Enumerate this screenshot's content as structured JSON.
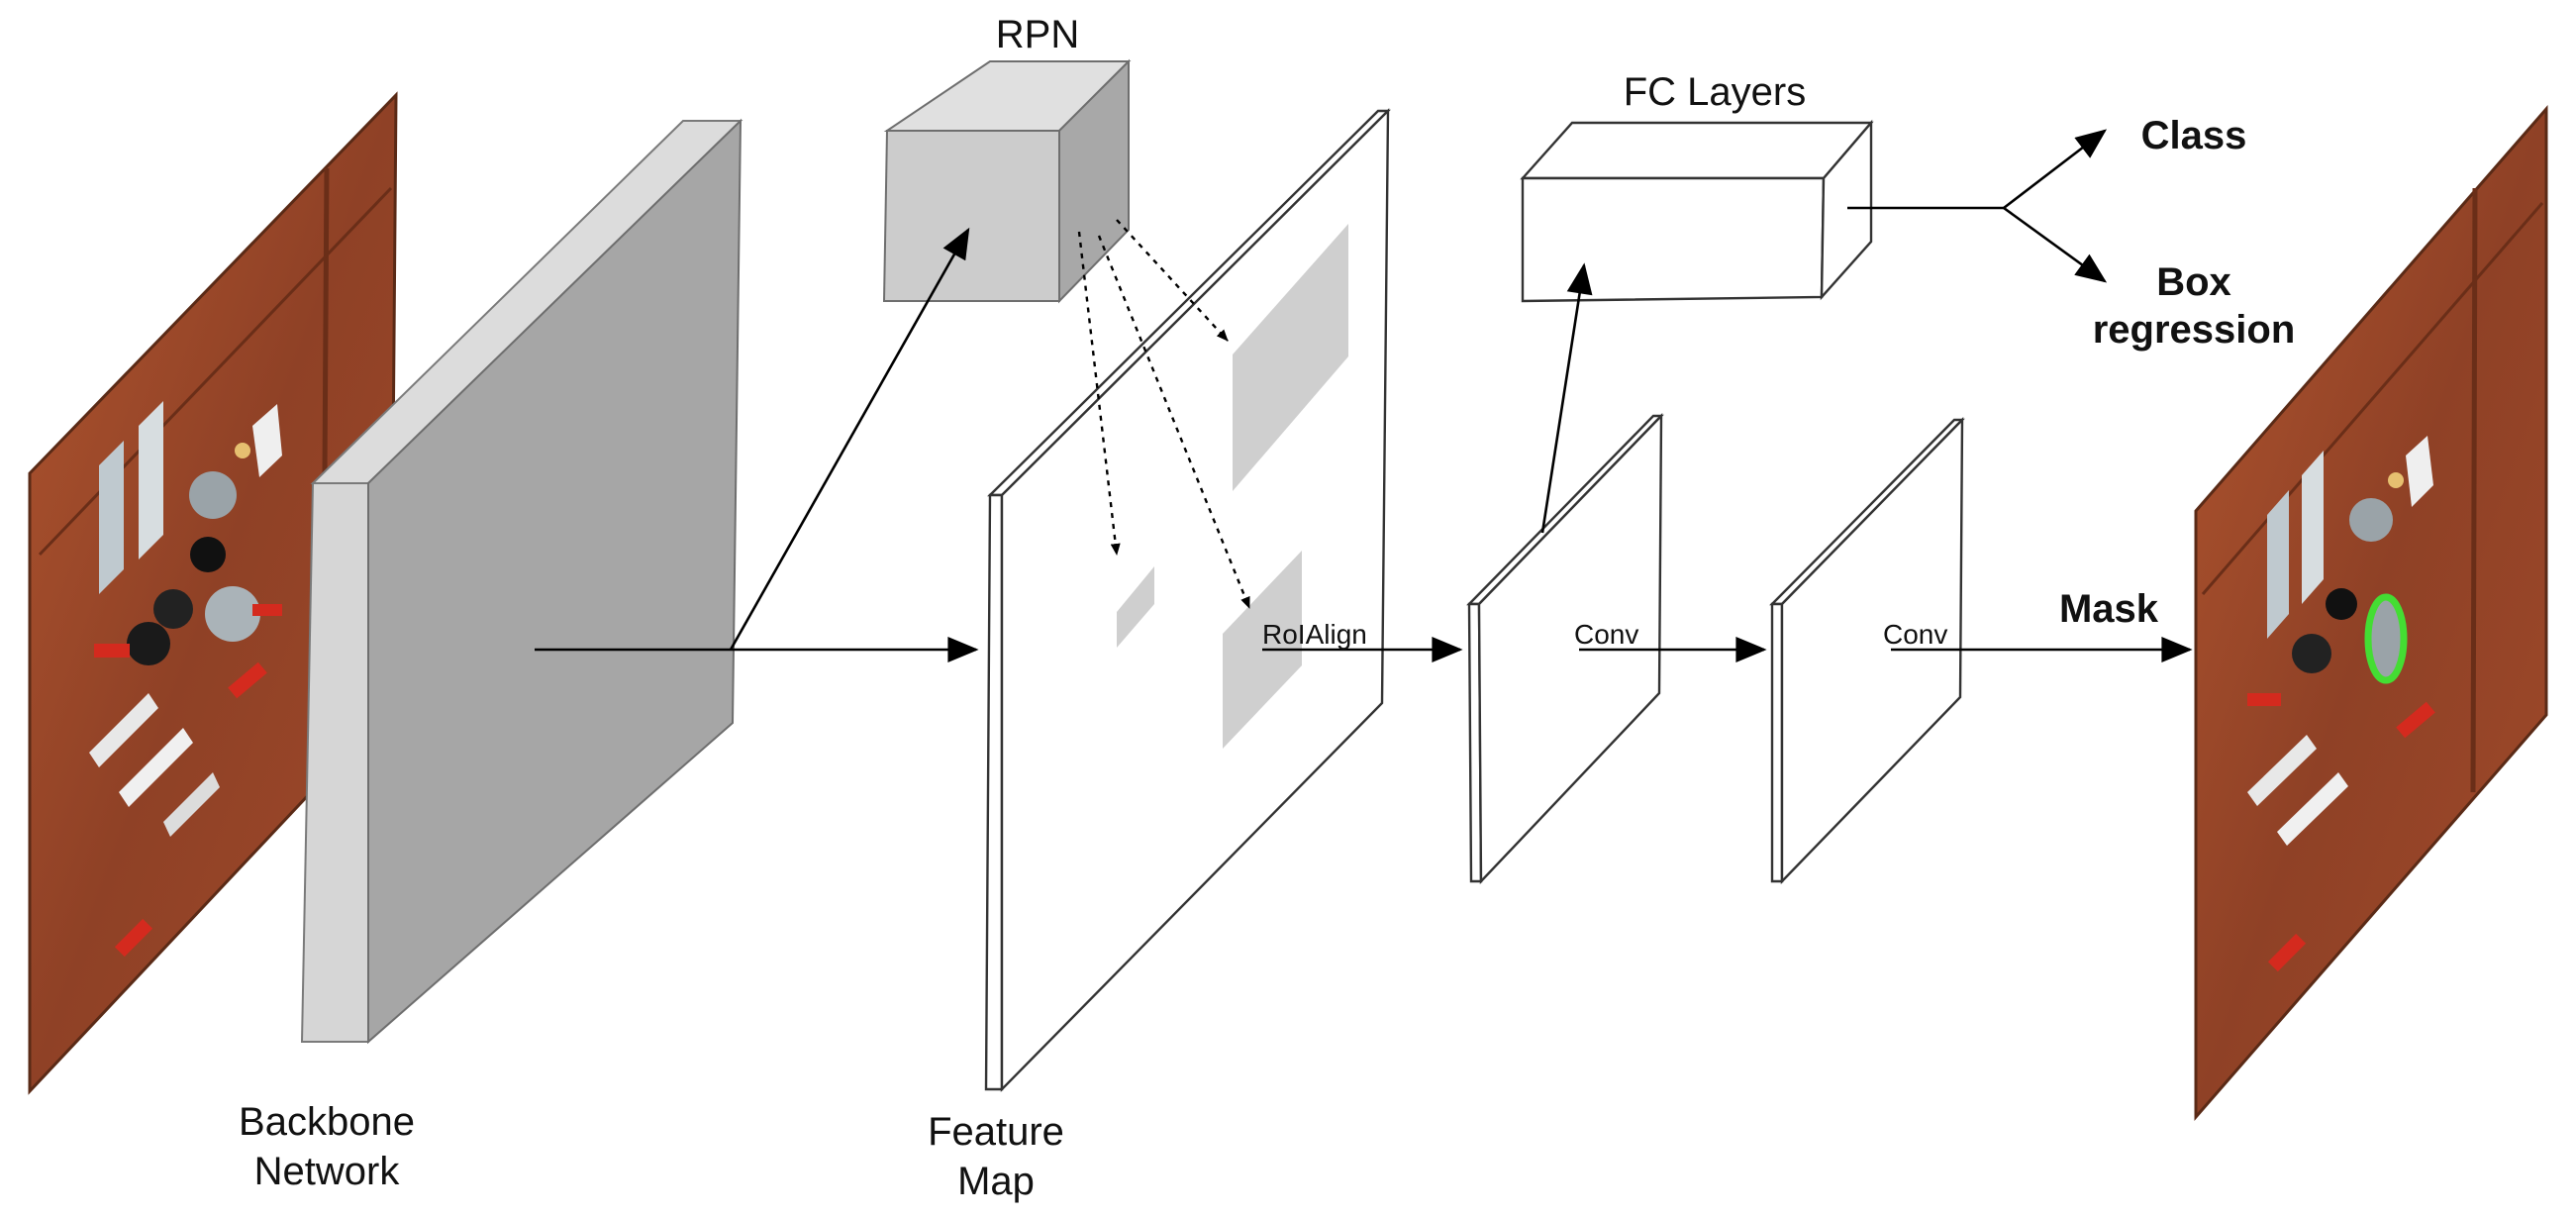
{
  "labels": {
    "backbone": [
      "Backbone",
      "Network"
    ],
    "rpn": "RPN",
    "feature_map": [
      "Feature",
      "Map"
    ],
    "roialign": "RoIAlign",
    "fc_layers": "FC Layers",
    "conv1": "Conv",
    "conv2": "Conv",
    "class": "Class",
    "box_regression": [
      "Box",
      "regression"
    ],
    "mask": "Mask"
  },
  "colors": {
    "backbone_side": "#d6d6d6",
    "backbone_front": "#a6a6a6",
    "backbone_top": "#dcdcdc",
    "rpn_front": "#cccccc",
    "rpn_side": "#a8a8a8",
    "rpn_top": "#e0e0e0",
    "proposal": "#cfcfcf",
    "image_wood": "#9a4a2a",
    "mask_highlight": "#44dd33"
  },
  "icons": {
    "input_image": "photo-input-icon",
    "output_image": "photo-output-icon"
  }
}
